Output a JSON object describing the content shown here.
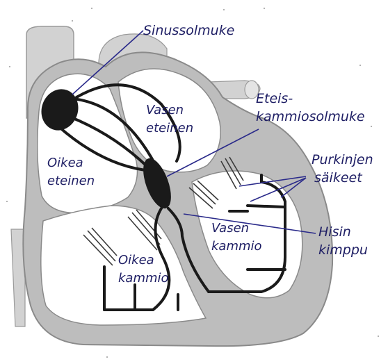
{
  "labels": {
    "sinussolmuke": "Sinussolmuke",
    "eteis_line1": "Eteis-",
    "eteis_line2": "kammiosolmuke",
    "vasen_eteinen_1": "Vasen",
    "vasen_eteinen_2": "eteinen",
    "oikea_eteinen_1": "Oikea",
    "oikea_eteinen_2": "eteinen",
    "purkinjen_1": "Purkinjen",
    "purkinjen_2": "säikeet",
    "vasen_kammio_1": "Vasen",
    "vasen_kammio_2": "kammio",
    "hisin_1": "Hisin",
    "hisin_2": "kimppu",
    "oikea_kammio_1": "Oikea",
    "oikea_kammio_2": "kammio"
  },
  "colors": {
    "vessel_fill": "#cfcfcf",
    "heart_wall": "#bdbdbd",
    "chamber_fill": "#ffffff",
    "node_fill": "#1a1a1a",
    "pathway": "#1a1a1a",
    "label_text": "#1e1e64",
    "leader_line": "#2a2a8a"
  }
}
